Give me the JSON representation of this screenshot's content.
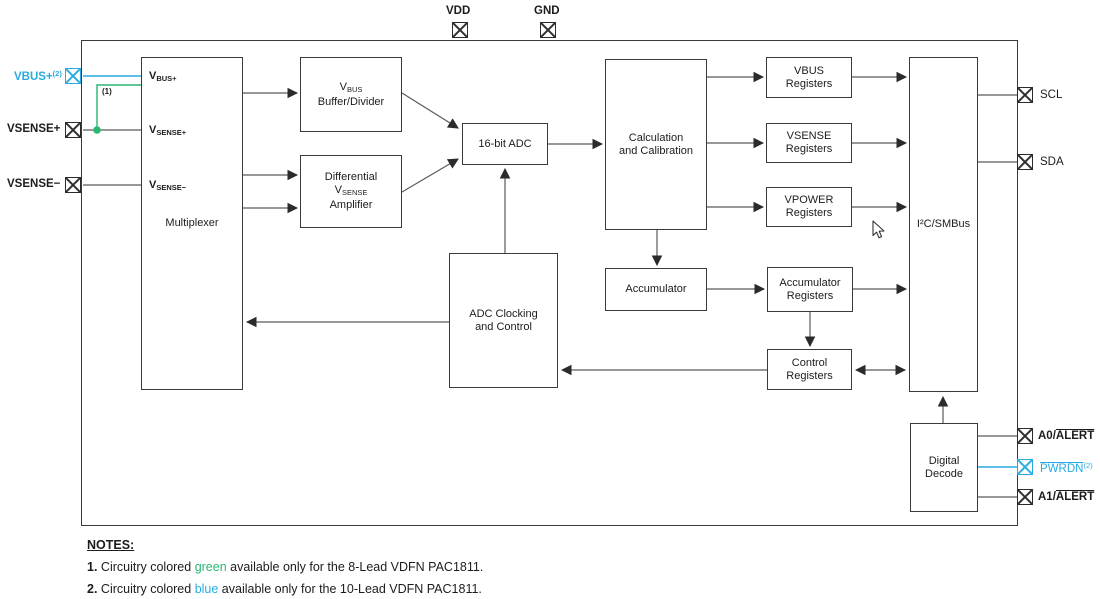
{
  "pins": {
    "vdd": "VDD",
    "gnd": "GND",
    "vbus_plus": {
      "label": "VBUS+",
      "sup": "(2)"
    },
    "vsense_plus": "VSENSE+",
    "vsense_minus": "VSENSE−",
    "scl": "SCL",
    "sda": "SDA",
    "a0": {
      "prefix": "A0/",
      "overline": "ALERT"
    },
    "pwrdn": {
      "overline": "PWRDN",
      "sup": "(2)"
    },
    "a1": {
      "prefix": "A1/",
      "overline": "ALERT"
    }
  },
  "blocks": {
    "multiplexer": {
      "title": "Multiplexer",
      "in_vbus_main": "V",
      "in_vbus_sub": "BUS+",
      "in_vsense_p_main": "V",
      "in_vsense_p_sub": "SENSE+",
      "in_vsense_m_main": "V",
      "in_vsense_m_sub": "SENSE−"
    },
    "vbus_buffer": {
      "l1_main": "V",
      "l1_sub": "BUS",
      "l2": "Buffer/Divider"
    },
    "diff_amp": {
      "l1": "Differential",
      "l2_main": "V",
      "l2_sub": "SENSE",
      "l3": "Amplifier"
    },
    "adc": {
      "title": "16-bit ADC"
    },
    "calc": {
      "l1": "Calculation",
      "l2": "and Calibration"
    },
    "vbus_reg": {
      "l1": "VBUS",
      "l2": "Registers"
    },
    "vsense_reg": {
      "l1": "VSENSE",
      "l2": "Registers"
    },
    "vpower_reg": {
      "l1": "VPOWER",
      "l2": "Registers"
    },
    "accumulator": {
      "title": "Accumulator"
    },
    "accum_reg": {
      "l1": "Accumulator",
      "l2": "Registers"
    },
    "control_reg": {
      "l1": "Control",
      "l2": "Registers"
    },
    "adc_clock": {
      "l1": "ADC Clocking",
      "l2": "and Control"
    },
    "i2c": {
      "title": "I²C/SMBus"
    },
    "digital_decode": {
      "l1": "Digital",
      "l2": "Decode"
    }
  },
  "annotations": {
    "wire_note": "(1)"
  },
  "notes": {
    "heading": "NOTES:",
    "items": [
      {
        "num": "1.",
        "pre": " Circuitry colored ",
        "colored": "green",
        "post": " available only for the 8-Lead VDFN PAC1811."
      },
      {
        "num": "2.",
        "pre": " Circuitry colored ",
        "colored": "blue",
        "post": " available only for the 10-Lead VDFN PAC1811."
      }
    ]
  },
  "colors": {
    "accent_blue": "#29ABE2",
    "accent_green": "#2BB673",
    "wire_gray": "#5a5a5a"
  }
}
